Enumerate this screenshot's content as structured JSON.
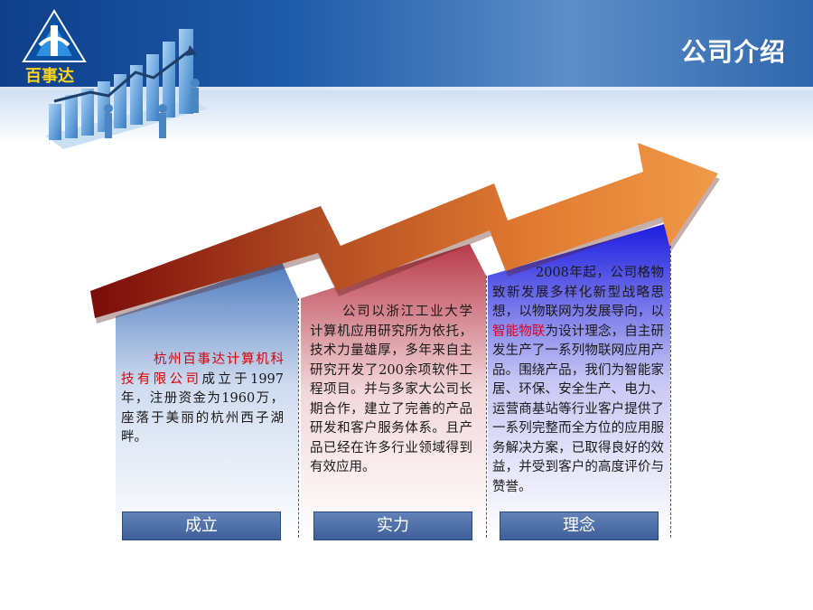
{
  "header": {
    "title": "公司介绍",
    "logo_text": "百事达"
  },
  "colors": {
    "header_blue": "#1d5aa8",
    "arrow_red": "#8b1a0e",
    "arrow_orange": "#e8893a",
    "highlight_red": "#e00000",
    "button_blue": "#4a6aa4"
  },
  "panels": [
    {
      "name_red": "杭州百事达计算机科技有限公司",
      "text_rest": "成立于1997年，注册资金为1960万，座落于美丽的杭州西子湖畔。",
      "label": "成立"
    },
    {
      "text": "公司以浙江工业大学计算机应用研究所为依托，技术力量雄厚，多年来自主研究开发了200余项软件工程项目。并与多家大公司长期合作，建立了完善的产品研发和客户服务体系。且产品已经在许多行业领域得到有效应用。",
      "label": "实力"
    },
    {
      "text_before": "2008年起，公司格物致新发展多样化新型战略思想，以物联网为发展导向，以",
      "text_highlight": "智能物联",
      "text_after": "为设计理念，自主研发生产了一系列物联网应用产品。围绕产品，我们为智能家居、环保、安全生产、电力、运营商基站等行业客户提供了一系列完整而全方位的应用服务解决方案，已取得良好的效益，并受到客户的高度评价与赞誉。",
      "label": "理念"
    }
  ]
}
